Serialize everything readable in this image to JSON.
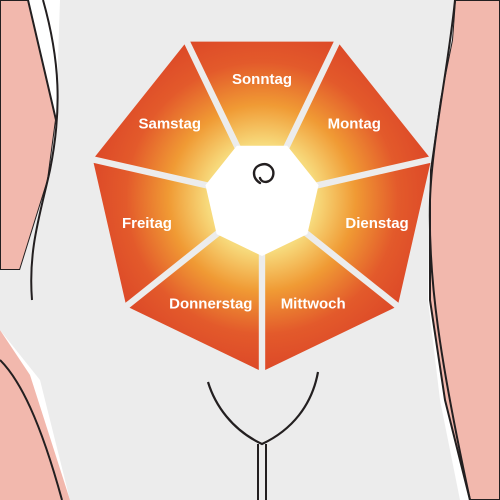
{
  "wheel": {
    "days": [
      "Sonntag",
      "Montag",
      "Dienstag",
      "Mittwoch",
      "Donnerstag",
      "Freitag",
      "Samstag"
    ]
  },
  "colors": {
    "skin": "#f2b8ad",
    "body": "#ececec",
    "outline": "#231f20",
    "segment_outer": "#e2502a",
    "segment_mid": "#ef8a2c",
    "segment_inner": "#f6d36e",
    "center": "#ffffff"
  },
  "icons": {
    "navel": "navel-icon"
  }
}
